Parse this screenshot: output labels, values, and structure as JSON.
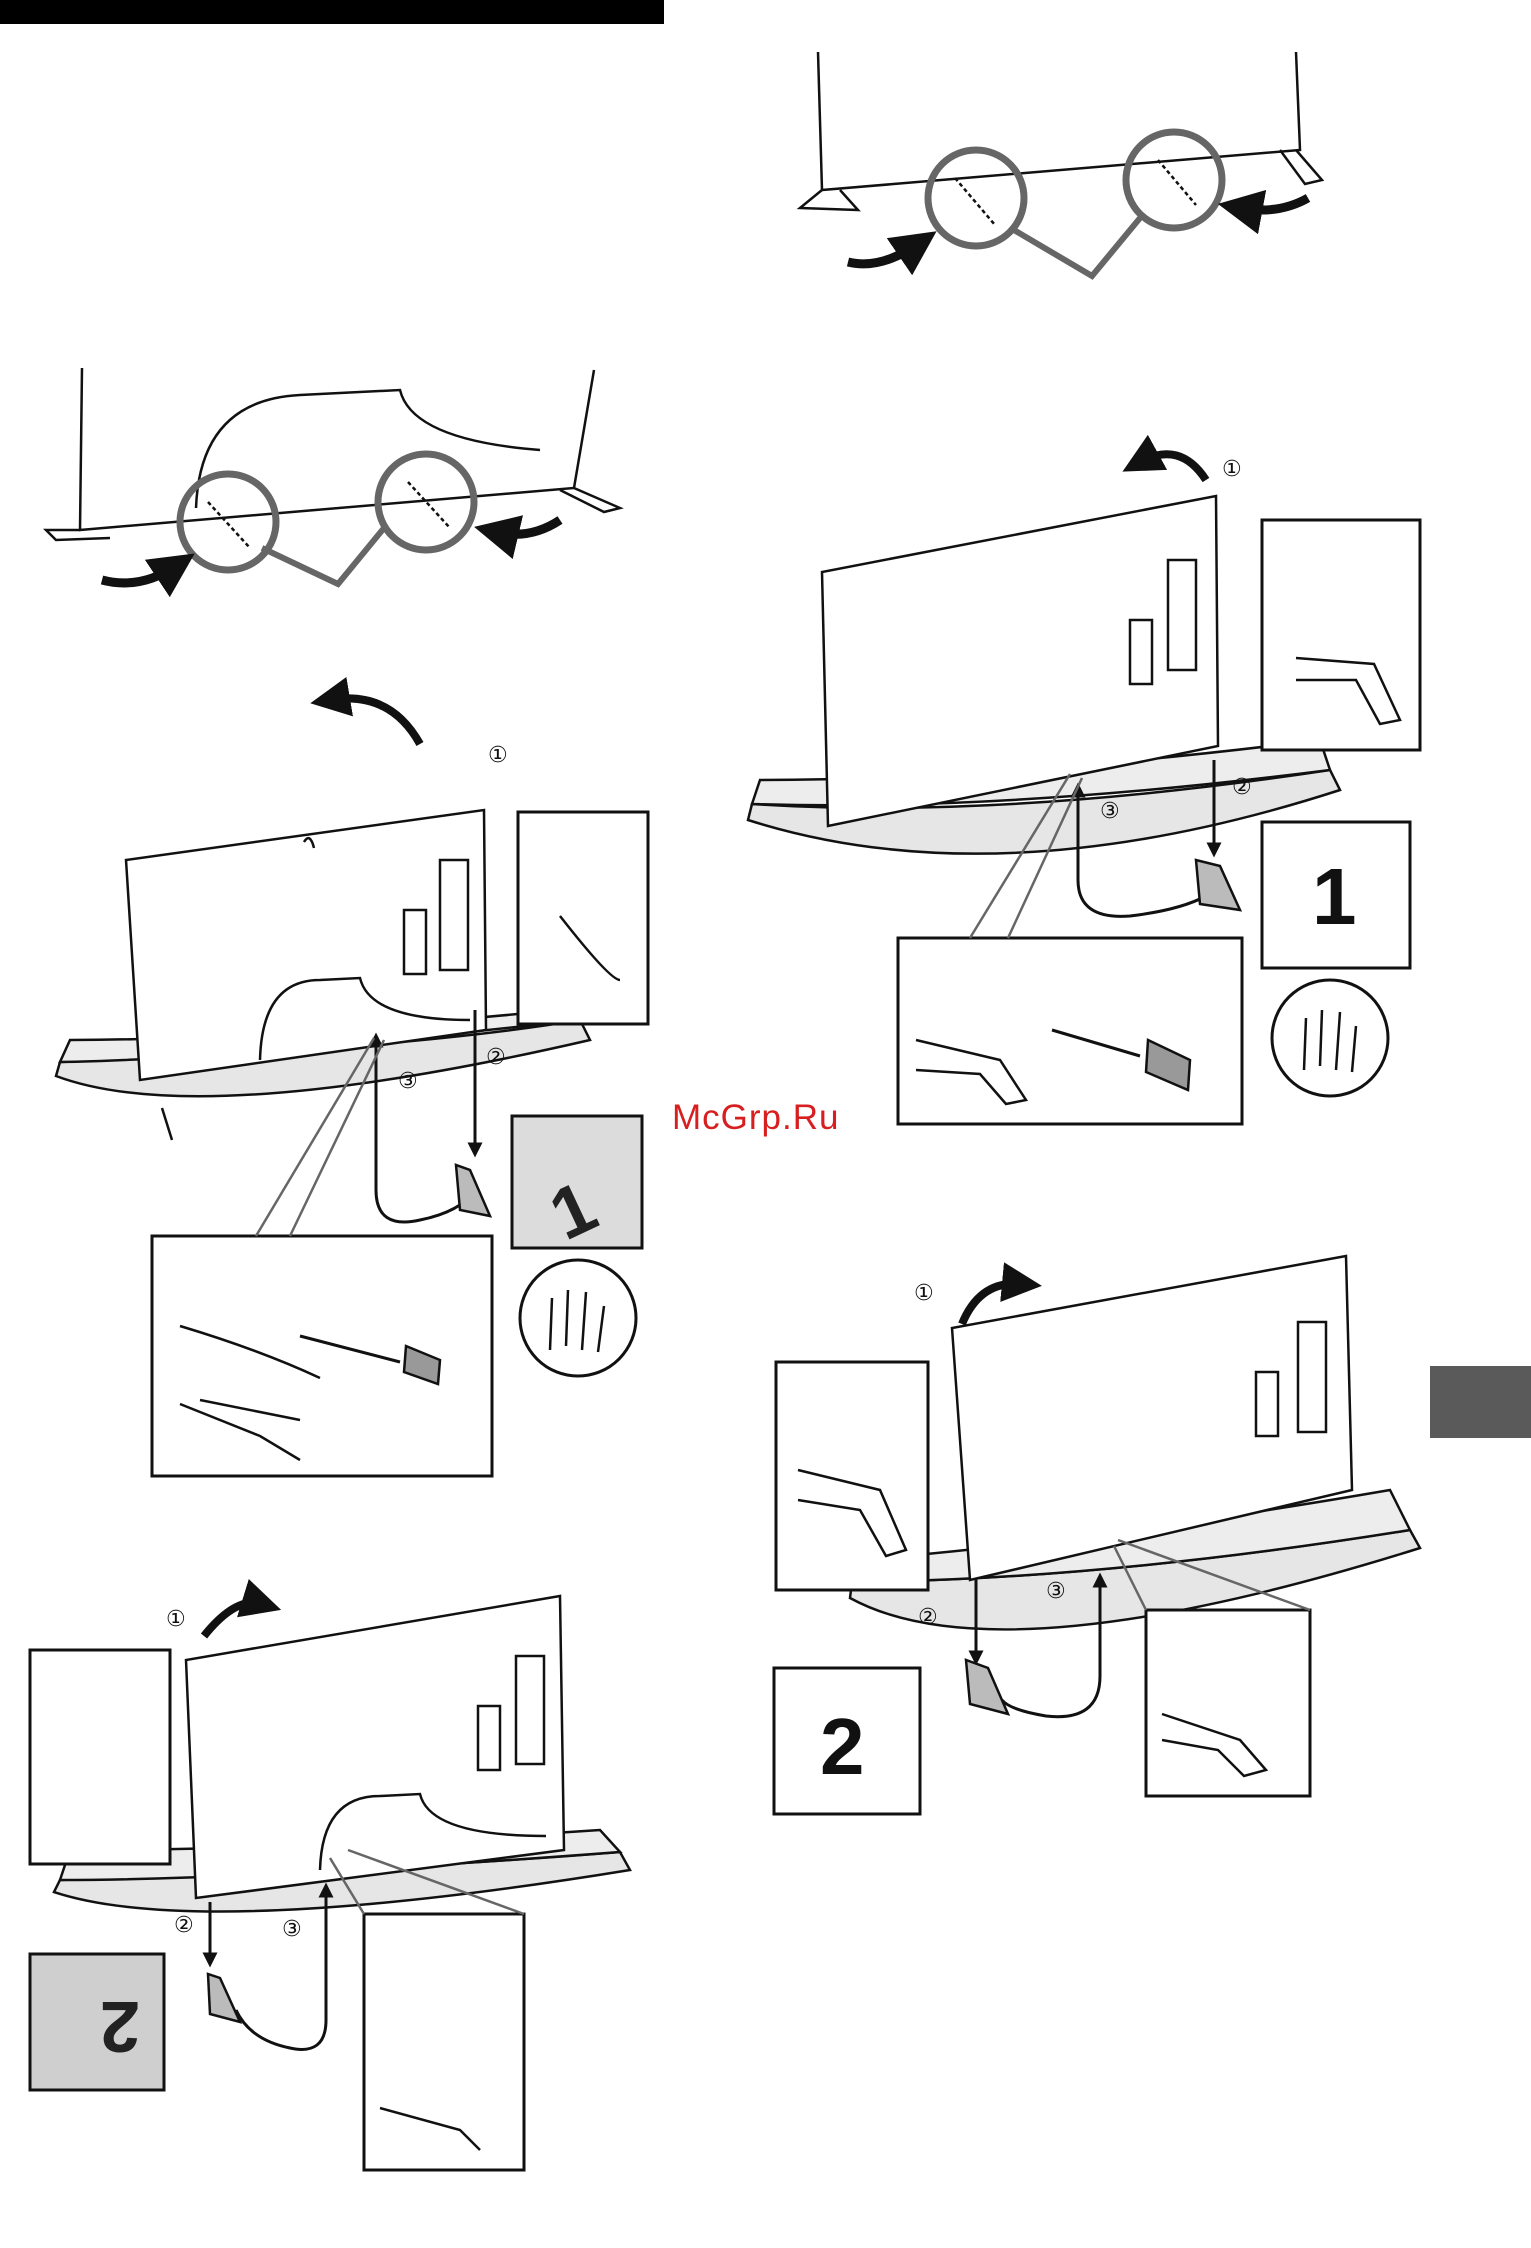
{
  "watermark": "McGrp.Ru",
  "step_markers": {
    "one": "①",
    "two": "②",
    "three": "③"
  },
  "callout_numbers": {
    "stand_left": "1",
    "stand_right": "2"
  },
  "icons": [
    "hand-caution-icon",
    "screwdriver-icon",
    "screw-icon",
    "rotate-arrow-icon"
  ],
  "colors": {
    "header_bar": "#000000",
    "side_tab": "#5a5a5a",
    "watermark": "#d81f1f",
    "highlight_circle": "#666666",
    "table_fill": "#e6e6e6",
    "inset_fill": "#dcdcdc"
  }
}
